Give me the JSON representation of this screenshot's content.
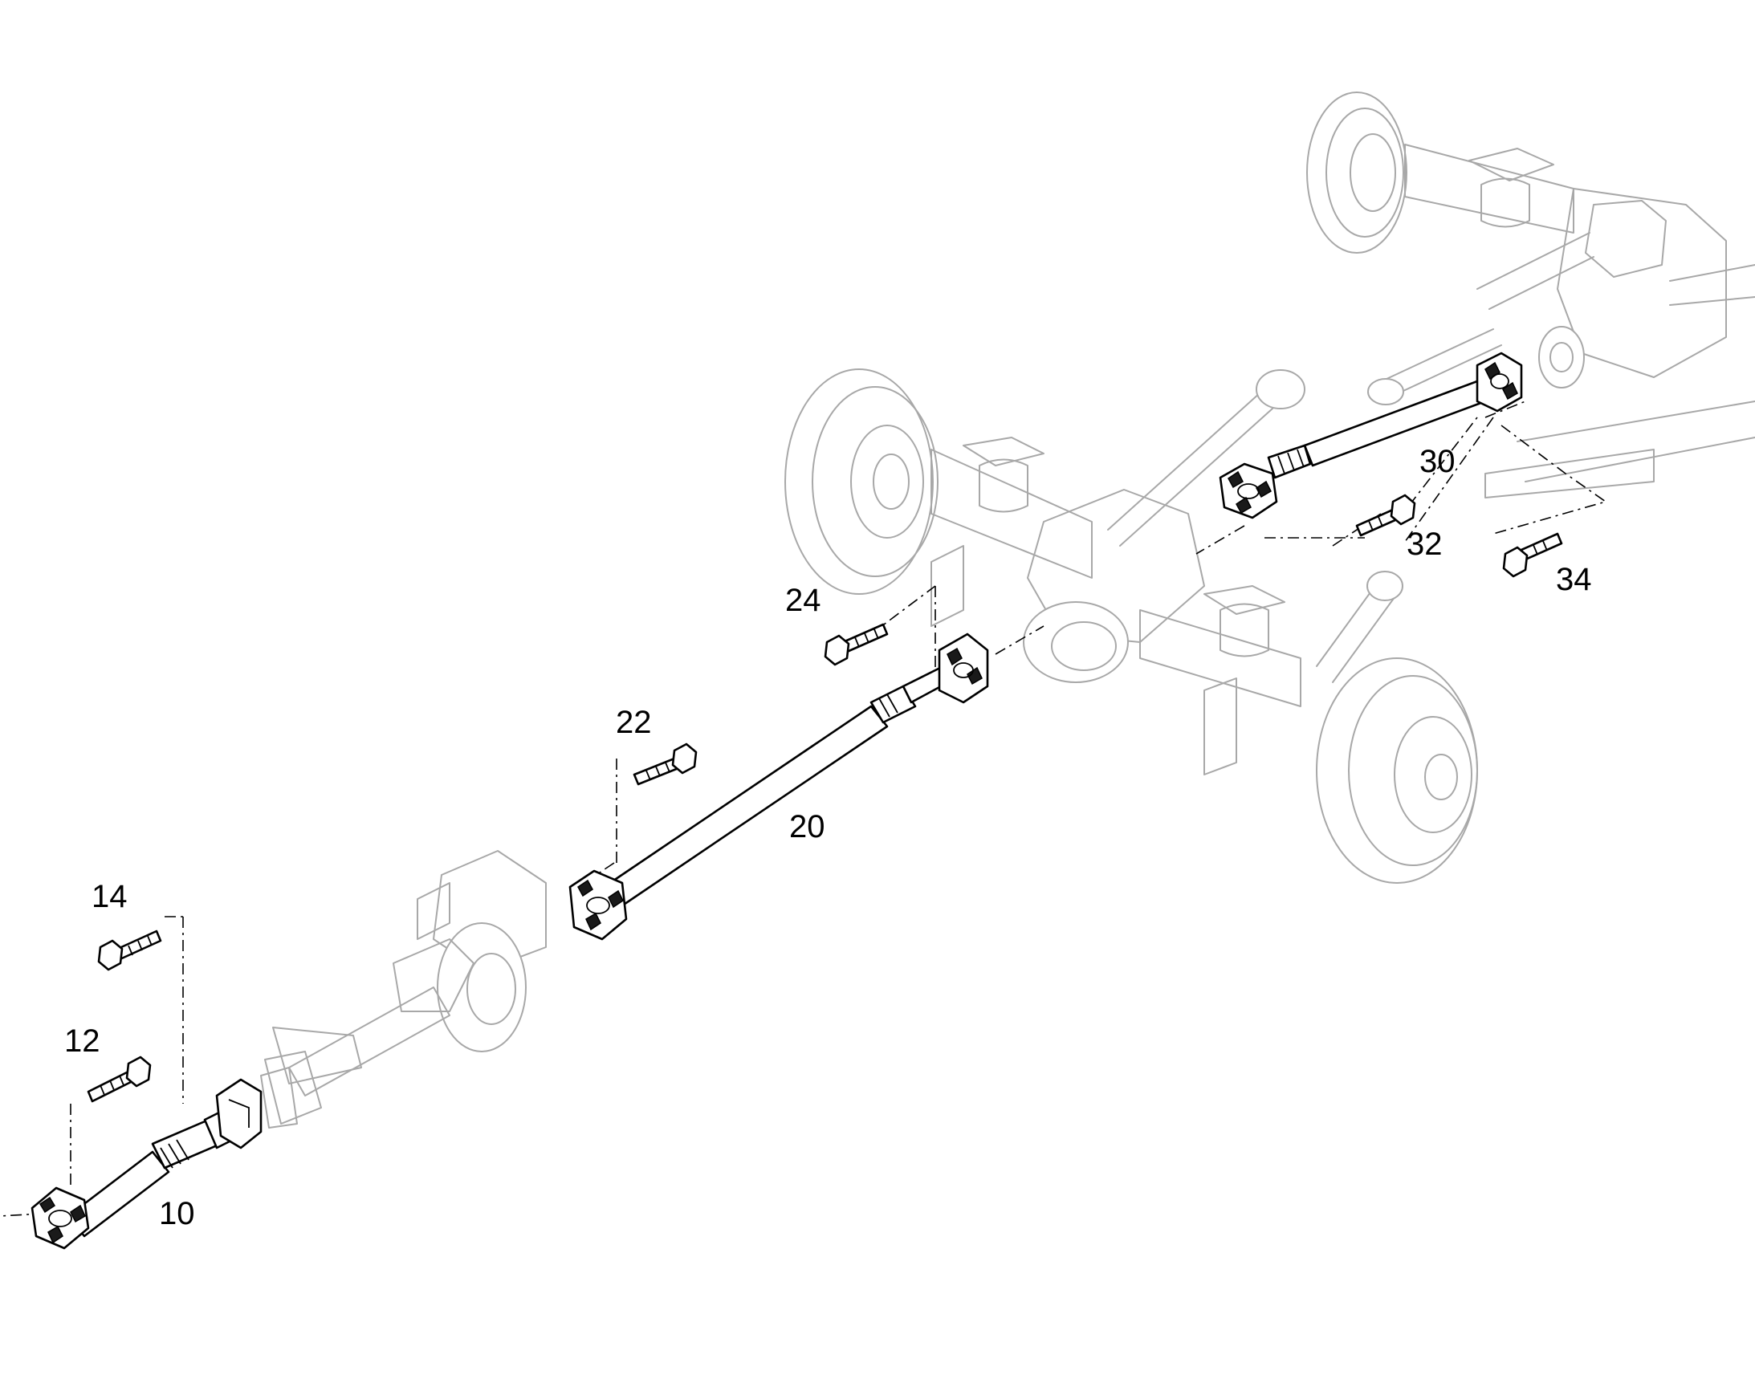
{
  "callouts": {
    "c10": "10",
    "c12": "12",
    "c14": "14",
    "c20": "20",
    "c22": "22",
    "c24": "24",
    "c30": "30",
    "c32": "32",
    "c34": "34"
  },
  "colors": {
    "background": "#ffffff",
    "highlighted_parts": "#000000",
    "context_parts": "#a8a8a8"
  }
}
